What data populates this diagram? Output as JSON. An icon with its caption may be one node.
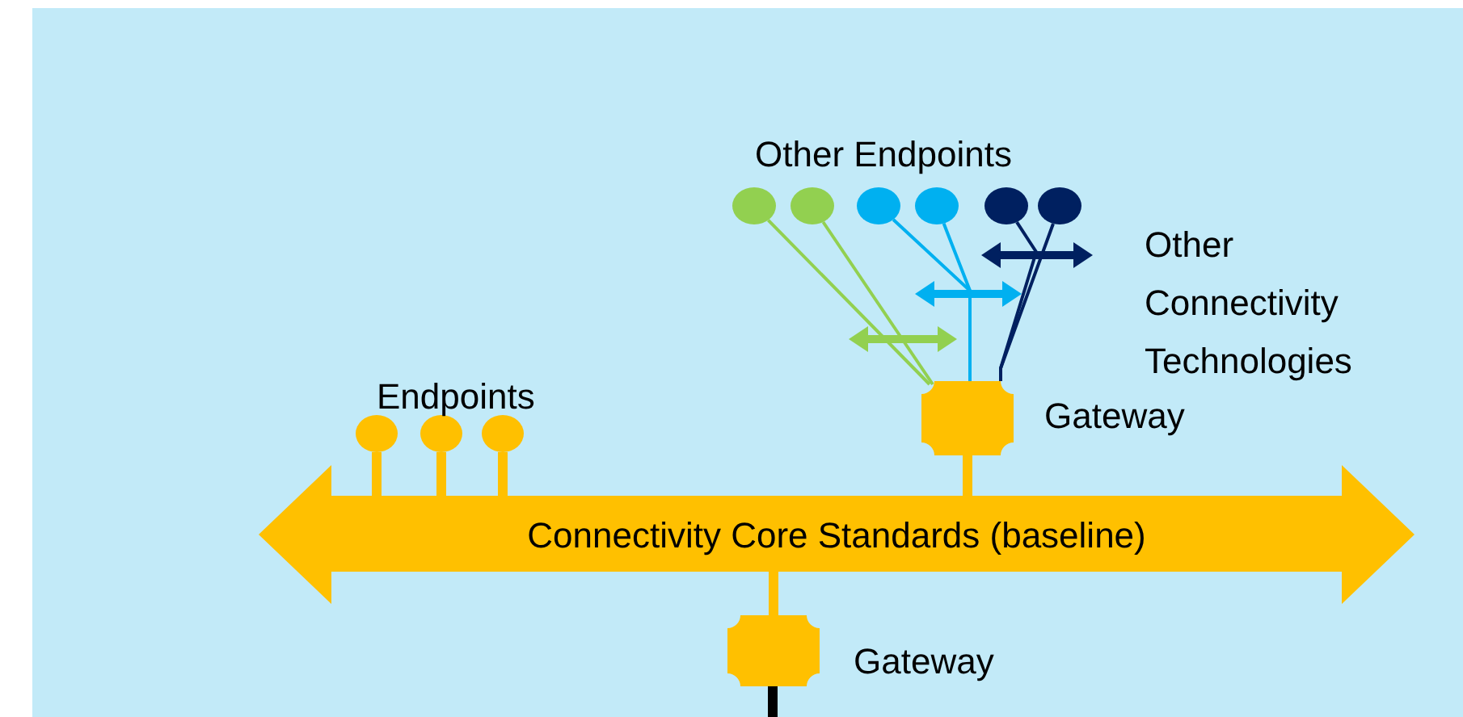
{
  "diagram": {
    "nodes": [
      {
        "text": [
          "Connectivity Core Standards (baseline)"
        ]
      },
      {
        "text": [],
        "shape": "circle"
      },
      {
        "text": [],
        "shape": "circle"
      },
      {
        "text": [],
        "shape": "circle"
      },
      {
        "text": [],
        "shape": "octagon",
        "beside": [
          "Gateway"
        ]
      },
      {
        "text": [],
        "shape": "octagon",
        "beside": [
          "Gateway"
        ]
      },
      {
        "text": [],
        "shape": "circle"
      },
      {
        "text": [],
        "shape": "circle"
      },
      {
        "text": [],
        "shape": "circle"
      },
      {
        "text": [],
        "shape": "circle"
      },
      {
        "text": [],
        "shape": "circle"
      },
      {
        "text": [],
        "shape": "circle"
      }
    ],
    "edges": [
      {
        "from": 1,
        "to": 0,
        "arrow": "none",
        "style": "thick"
      },
      {
        "from": 2,
        "to": 0,
        "arrow": "none",
        "style": "thick"
      },
      {
        "from": 3,
        "to": 0,
        "arrow": "none",
        "style": "thick"
      },
      {
        "from": 4,
        "to": 0,
        "arrow": "none",
        "style": "thick"
      },
      {
        "from": 5,
        "to": 0,
        "arrow": "none",
        "style": "thick"
      },
      {
        "from": 5,
        "to": null,
        "arrow": "none",
        "style": "thick",
        "color": "#000000"
      },
      {
        "from": 6,
        "to": 4,
        "arrow": "none",
        "color": "#92d050"
      },
      {
        "from": 7,
        "to": 4,
        "arrow": "none",
        "color": "#92d050"
      },
      {
        "from": 8,
        "to": 4,
        "arrow": "none",
        "color": "#00b0f0"
      },
      {
        "from": 9,
        "to": 4,
        "arrow": "none",
        "color": "#00b0f0"
      },
      {
        "from": 10,
        "to": 4,
        "arrow": "none",
        "color": "#002060"
      },
      {
        "from": 11,
        "to": 4,
        "arrow": "none",
        "color": "#002060"
      }
    ],
    "labels": [
      "Other Endpoints",
      "Other Connectivity Technologies",
      "Endpoints"
    ]
  }
}
